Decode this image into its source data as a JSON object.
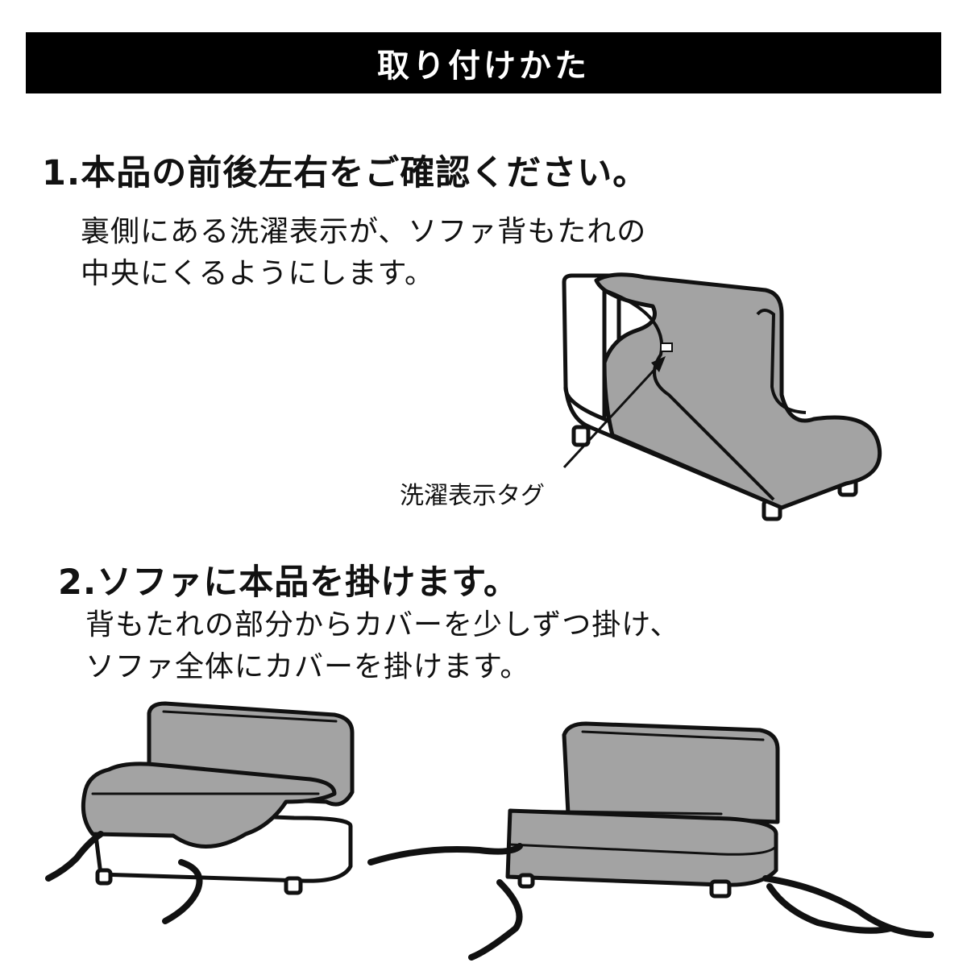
{
  "header": {
    "title": "取り付けかた"
  },
  "steps": [
    {
      "title": "1.本品の前後左右をご確認ください。",
      "lines": [
        "裏側にある洗濯表示が、ソファ背もたれの",
        "中央にくるようにします。"
      ]
    },
    {
      "title": "2.ソファに本品を掛けます。",
      "lines": [
        "背もたれの部分からカバーを少しずつ掛け、",
        "ソファ全体にカバーを掛けます。"
      ]
    }
  ],
  "illustration": {
    "tag_label": "洗濯表示タグ"
  },
  "colors": {
    "cover": "#a3a3a3",
    "outline": "#111111",
    "header_bg": "#000000",
    "header_text": "#ffffff"
  }
}
